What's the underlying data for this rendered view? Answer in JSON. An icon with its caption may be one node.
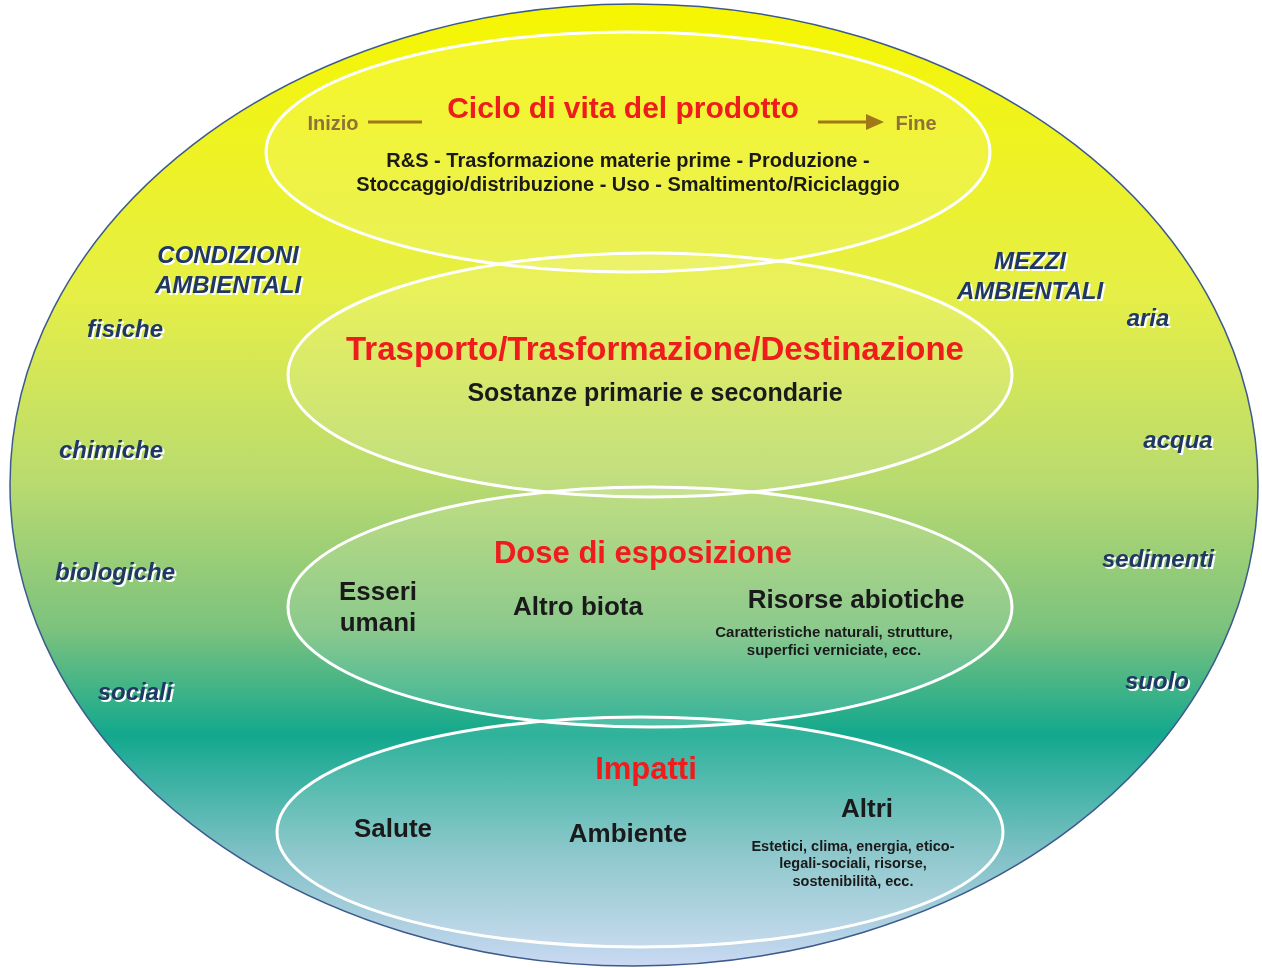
{
  "diagram": {
    "nodes": [
      {
        "text": [],
        "shape": "ellipse"
      },
      {
        "text": [
          "Ciclo di vita del prodotto",
          "R&S  -  Trasformazione materie prime -  Produzione  - Stoccaggio/distribuzione -  Uso  -  Smaltimento/Riciclaggio"
        ],
        "in": 0
      },
      {
        "text": [
          "Trasporto/Trasformazione/Destinazione",
          "Sostanze primarie e secondarie"
        ],
        "in": 0
      },
      {
        "text": [
          "Dose di esposizione",
          "Esseri umani",
          "Altro biota",
          "Risorse abiotiche",
          "Caratteristiche naturali, strutture, superfici verniciate, ecc."
        ],
        "in": 0
      },
      {
        "text": [
          "Impatti",
          "Salute",
          "Ambiente",
          "Altri",
          "Estetici, clima, energia, etico-legali-sociali, risorse, sostenibilità, ecc."
        ],
        "in": 0
      }
    ],
    "labels": [
      "Inizio",
      "Fine",
      "CONDIZIONI AMBIENTALI",
      "MEZZI AMBIENTALI",
      "fisiche",
      "aria",
      "chimiche",
      "acqua",
      "biologiche",
      "sedimenti",
      "sociali",
      "suolo"
    ]
  }
}
